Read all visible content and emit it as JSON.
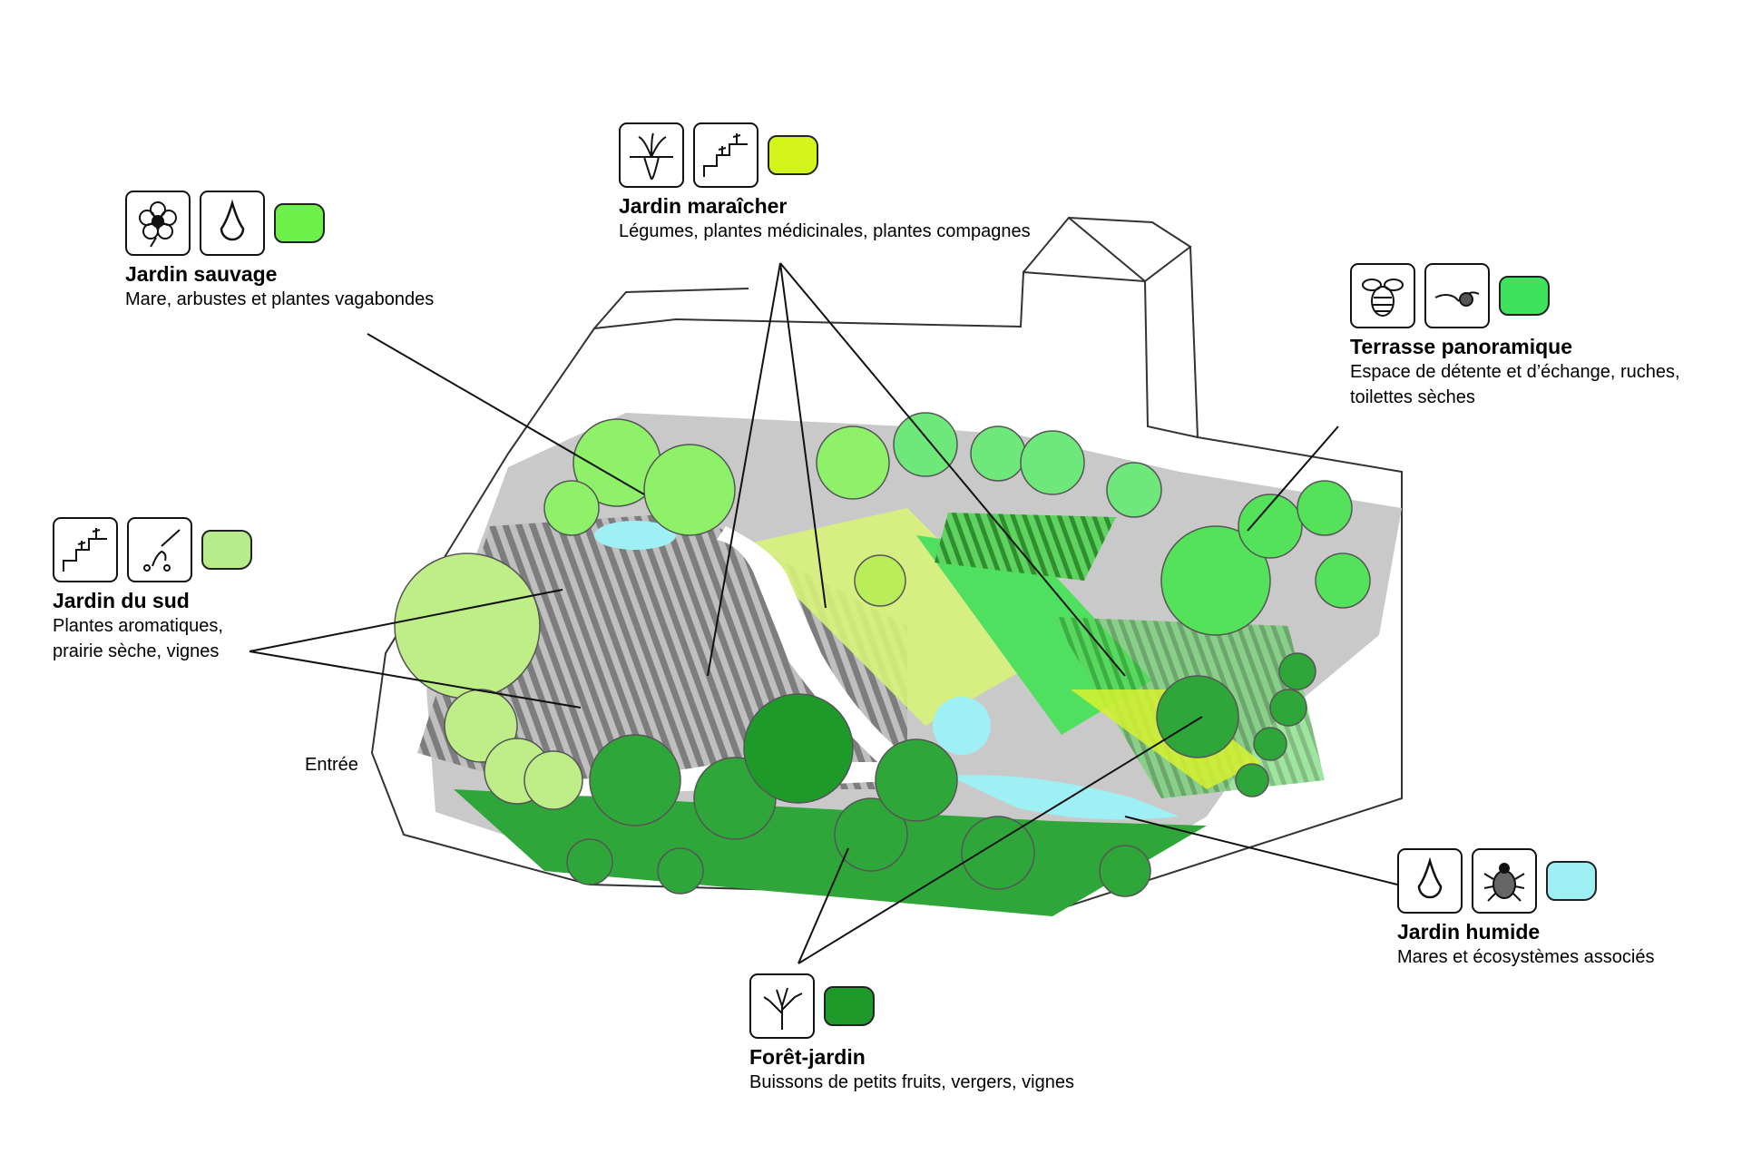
{
  "zones": [
    {
      "id": "sauvage",
      "title": "Jardin sauvage",
      "desc": "Mare, arbustes et plantes vagabondes",
      "color": "#6ef04a",
      "icons": [
        "flower-icon",
        "water-drop-icon"
      ]
    },
    {
      "id": "maraicher",
      "title": "Jardin maraîcher",
      "desc": "Légumes, plantes médicinales, plantes compagnes",
      "color": "#d4f51a",
      "icons": [
        "vegetable-icon",
        "terrace-icon"
      ]
    },
    {
      "id": "terrasse",
      "title": "Terrasse panoramique",
      "desc1": "Espace de détente et d’échange, ruches,",
      "desc2": "toilettes sèches",
      "color": "#3fe25c",
      "icons": [
        "bee-icon",
        "hands-icon"
      ]
    },
    {
      "id": "sud",
      "title": "Jardin du sud",
      "desc1": "Plantes aromatiques,",
      "desc2": "prairie sèche, vignes",
      "color": "#b8ec8a",
      "icons": [
        "terrace-icon",
        "planting-icon"
      ]
    },
    {
      "id": "humide",
      "title": "Jardin humide",
      "desc": "Mares et écosystèmes associés",
      "color": "#9ff0f5",
      "icons": [
        "water-drop-icon",
        "beetle-icon"
      ]
    },
    {
      "id": "foret",
      "title": "Forêt-jardin",
      "desc": "Buissons de petits fruits, vergers, vignes",
      "color": "#1e9a2a",
      "icons": [
        "tree-icon"
      ]
    }
  ],
  "entree_label": "Entrée"
}
